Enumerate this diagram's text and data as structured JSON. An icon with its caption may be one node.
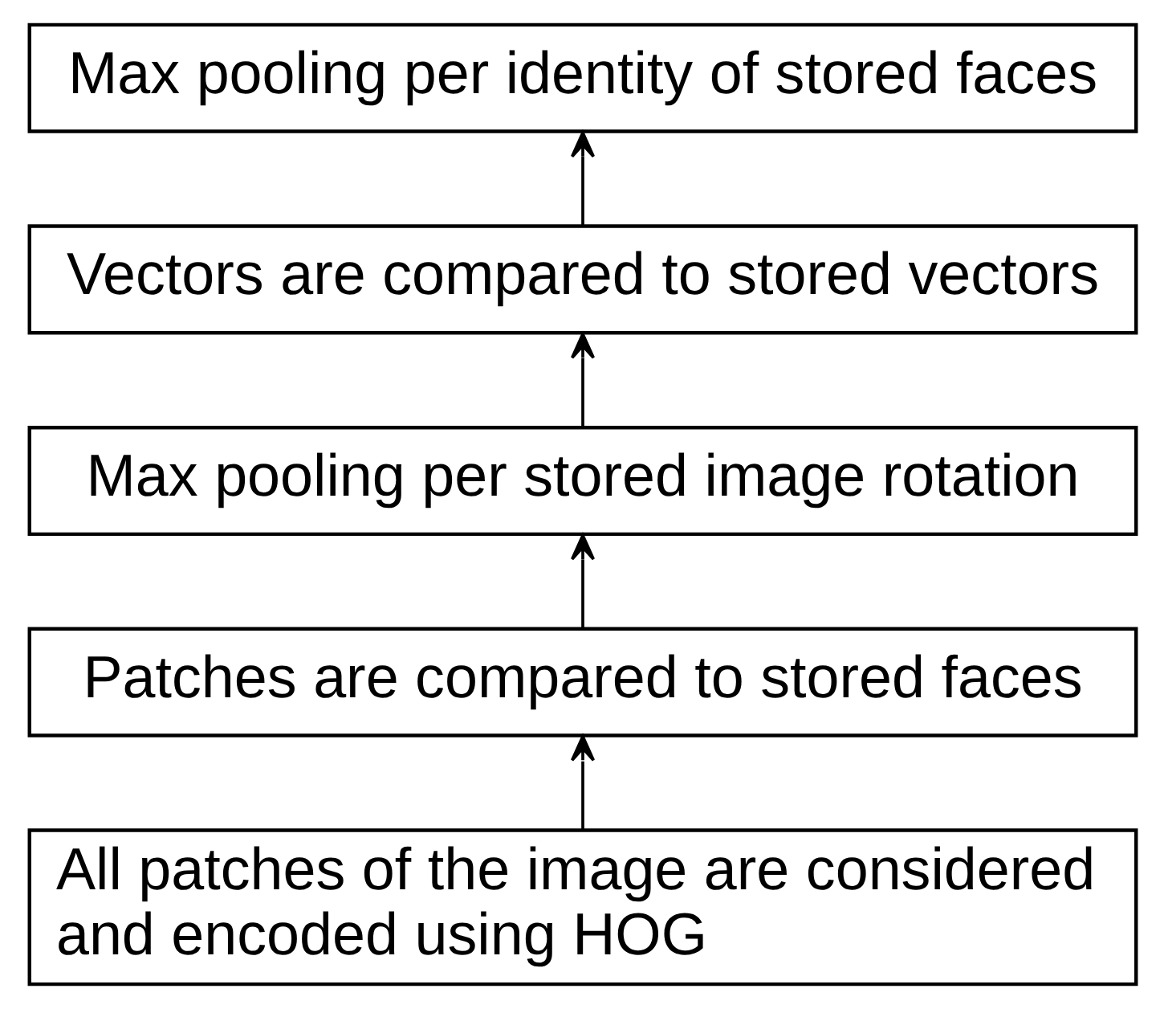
{
  "diagram": {
    "nodes": [
      {
        "text": [
          "Max pooling per identity of stored faces"
        ]
      },
      {
        "text": [
          "Vectors are compared to stored vectors"
        ]
      },
      {
        "text": [
          "Max pooling per stored image rotation"
        ]
      },
      {
        "text": [
          "Patches are compared to stored faces"
        ]
      },
      {
        "text": [
          "All patches of the image are considered and encoded using HOG"
        ]
      }
    ],
    "edges": [
      {
        "from": 4,
        "to": 3,
        "arrow": "to"
      },
      {
        "from": 3,
        "to": 2,
        "arrow": "to"
      },
      {
        "from": 2,
        "to": 1,
        "arrow": "to"
      },
      {
        "from": 1,
        "to": 0,
        "arrow": "to"
      }
    ]
  }
}
